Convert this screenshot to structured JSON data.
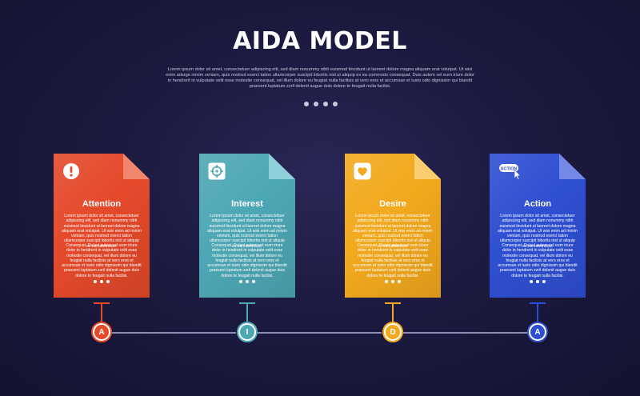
{
  "title": "AIDA MODEL",
  "intro": "Lorem ipsum dolor sit amet, consectetuer adipiscing elit, sed diam nonummy nibh euismod tincidunt ut laoreet dolore magna aliquam erat volutpat. Ut wisi enim adsrge minim veniam, quis nostrud exerci tation ullamcorper suscipit lobortis nisl ut aliquip ex ea commodo consequat. Duis autem vel eum iriure dolor in hendrerit in vulputate velit esse molestie consequat, vel illum dolore eu feugiat nulla facilisis at vero eros et accumsan et iusto odio dignissim qui blandit praesent luptatum zzril delenit augue duis dolore te feugait nulla facilisi.",
  "cards": [
    {
      "title": "Attention",
      "color": "#e4492a",
      "fold_color": "#f2866c",
      "icon": "exclamation-icon",
      "letter": "A",
      "body1": "Lorem ipsum dolor sit amet, consectetuer adipiscing elit, sed diam nonummy nibh euismod tincidunt ut laoreet dolore magna aliquam erat volutpat. Ut wisi enim ad minim veniam, quis nostrud exerci tation ullamcorper suscipit lobortis nisl ut aliquip ex ea commodo.",
      "body2": "Consequat. Duisel autem vel eum iriure dolor in hendrerit in vulputate velit esse molestie consequat, vel illum dolore eu feugiat nulla facilisis at vero eros et accumsan et iusto odio dignissim qui blandit praesent luptatum zzril delenit augue duis dolore te feugait nulla facilisi."
    },
    {
      "title": "Interest",
      "color": "#4ea7b5",
      "fold_color": "#8ecfd9",
      "icon": "target-icon",
      "letter": "I",
      "body1": "Lorem ipsum dolor sit amet, consectetuer adipiscing elit, sed diam nonummy nibh euismod tincidunt ut laoreet dolore magna aliquam erat volutpat. Ut wisi enim ad minim veniam, quis nostrud exerci tation ullamcorper suscipit lobortis nisl ut aliquip ex ea commodo.",
      "body2": "Consequat. Duisel autem vel eum iriure dolor in hendrerit in vulputate velit esse molestie consequat, vel illum dolore eu feugiat nulla facilisis at vero eros et accumsan et iusto odio dignissim qui blandit praesent luptatum zzril delenit augue duis dolore te feugait nulla facilisi."
    },
    {
      "title": "Desire",
      "color": "#f2a91d",
      "fold_color": "#f8cd6d",
      "icon": "heart-icon",
      "letter": "D",
      "body1": "Lorem ipsum dolor sit amet, consectetuer adipiscing elit, sed diam nonummy nibh euismod tincidunt ut laoreet dolore magna aliquam erat volutpat. Ut wisi enim ad minim veniam, quis nostrud exerci tation ullamcorper suscipit lobortis nisl ut aliquip ex ea commodo.",
      "body2": "Consequat. Duisel autem vel eum iriure dolor in hendrerit in vulputate velit esse molestie consequat, vel illum dolore eu feugiat nulla facilisis at vero eros et accumsan et iusto odio dignissim qui blandit praesent luptatum zzril delenit augue duis dolore te feugait nulla facilisi."
    },
    {
      "title": "Action",
      "color": "#2f4fd2",
      "fold_color": "#7489e6",
      "icon": "action-cursor-icon",
      "icon_text": "ACTION",
      "letter": "A",
      "body1": "Lorem ipsum dolor sit amet, consectetuer adipiscing elit, sed diam nonummy nibh euismod tincidunt ut laoreet dolore magna aliquam erat volutpat. Ut wisi enim ad minim veniam, quis nostrud exerci tation ullamcorper suscipit lobortis nisl ut aliquip ex ea commodo.",
      "body2": "Consequat. Duisel autem vel eum iriure dolor in hendrerit in vulputate velit esse molestie consequat, vel illum dolore eu feugiat nulla facilisis at vero eros et accumsan et iusto odio dignissim qui blandit praesent luptatum zzril delenit augue duis dolore te feugait nulla facilisi."
    }
  ]
}
